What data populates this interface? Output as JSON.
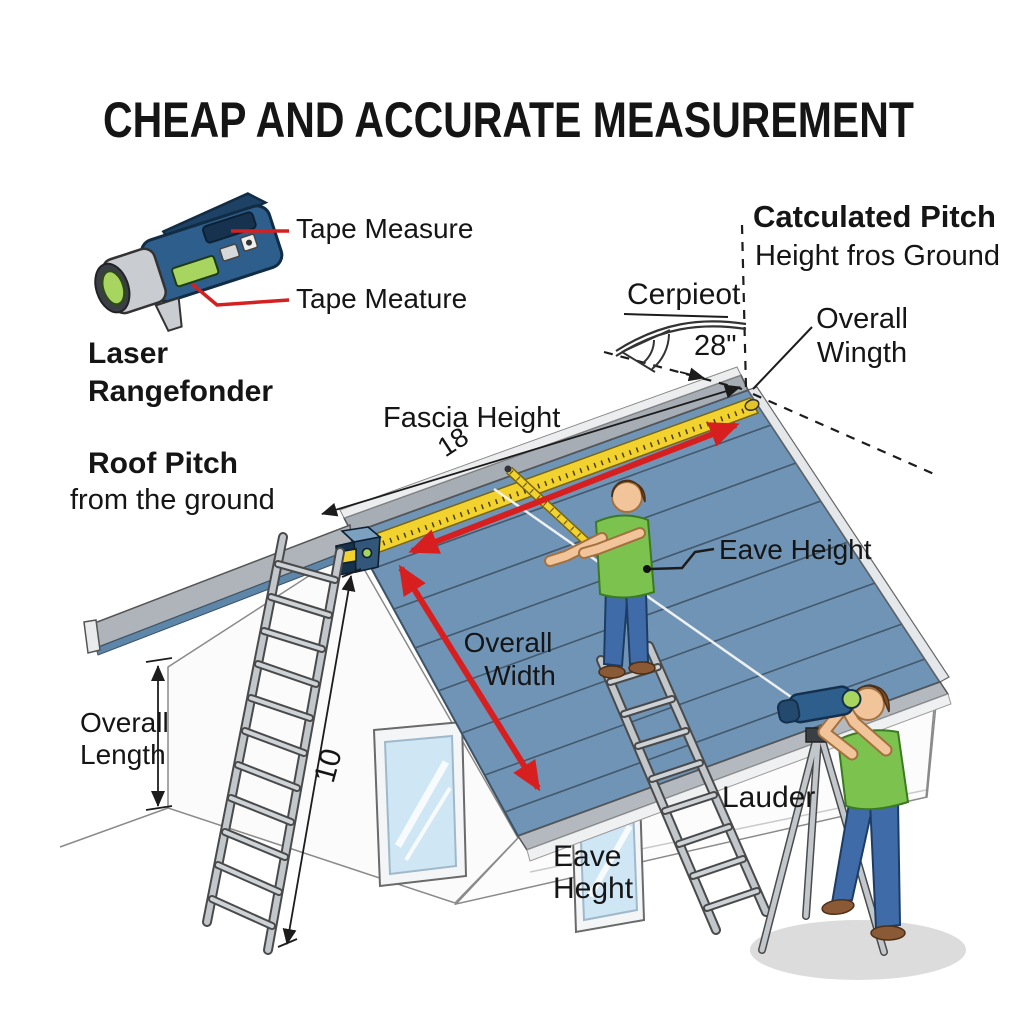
{
  "title": "CHEAP AND ACCURATE MEASUREMENT",
  "device_legend": {
    "tape_measure_top": "Tape Measure",
    "tape_measure_bottom": "Tape Meature",
    "rangefinder_line1": "Laser",
    "rangefinder_line2": "Rangefonder",
    "roof_pitch_line1": "Roof Pitch",
    "roof_pitch_line2": "from the ground"
  },
  "pitch_annotation": {
    "line1": "Catculated Pitch",
    "line2": "Height fros Ground",
    "arc_label": "Cerpieot",
    "angle_value": "28\"",
    "width_line1": "Overall",
    "width_line2": "Wingth"
  },
  "roof_annotations": {
    "fascia_height": "Fascia Height",
    "fascia_height_value": "18",
    "eave_height": "Eave Height",
    "overall_width_line1": "Overall",
    "overall_width_line2": "Width"
  },
  "house_annotations": {
    "overall_length_line1": "Overall",
    "overall_length_line2": "Length",
    "ladder_dimension_value": "10",
    "ladder_label": "Lauder",
    "eave_height_line1": "Eave",
    "eave_height_line2": "Heght"
  },
  "icons": {
    "laser_rangefinder_icon": "handheld laser rangefinder device",
    "tape_measure_icon": "tape measure cube on roof ridge",
    "tripod_rangefinder_icon": "rangefinder mounted on tripod"
  },
  "colors": {
    "background": "#ffffff",
    "text": "#151515",
    "roof_blue": "#6f94b5",
    "roof_seam": "#44586c",
    "tape_yellow": "#f2d22e",
    "arrow_red": "#d81f1f",
    "leader_red": "#d42020",
    "shirt_green": "#7cc24f",
    "jeans_blue": "#3f6ca8",
    "device_blue": "#2d5e8c",
    "lens_green": "#a8d55f",
    "window_glass": "#cfe6f4",
    "ladder_gray": "#c2c7cc",
    "shadow_gray": "#dcdcdc"
  }
}
